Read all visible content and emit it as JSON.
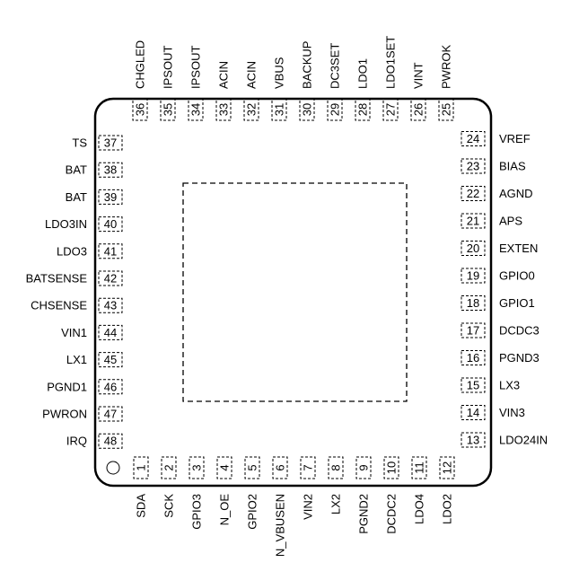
{
  "package": {
    "pins_bottom": [
      {
        "num": "1",
        "name": "SDA"
      },
      {
        "num": "2",
        "name": "SCK"
      },
      {
        "num": "3",
        "name": "GPIO3"
      },
      {
        "num": "4",
        "name": "N_OE"
      },
      {
        "num": "5",
        "name": "GPIO2"
      },
      {
        "num": "6",
        "name": "N_VBUSEN"
      },
      {
        "num": "7",
        "name": "VIN2"
      },
      {
        "num": "8",
        "name": "LX2"
      },
      {
        "num": "9",
        "name": "PGND2"
      },
      {
        "num": "10",
        "name": "DCDC2"
      },
      {
        "num": "11",
        "name": "LDO4"
      },
      {
        "num": "12",
        "name": "LDO2"
      }
    ],
    "pins_right": [
      {
        "num": "13",
        "name": "LDO24IN"
      },
      {
        "num": "14",
        "name": "VIN3"
      },
      {
        "num": "15",
        "name": "LX3"
      },
      {
        "num": "16",
        "name": "PGND3"
      },
      {
        "num": "17",
        "name": "DCDC3"
      },
      {
        "num": "18",
        "name": "GPIO1"
      },
      {
        "num": "19",
        "name": "GPIO0"
      },
      {
        "num": "20",
        "name": "EXTEN"
      },
      {
        "num": "21",
        "name": "APS"
      },
      {
        "num": "22",
        "name": "AGND"
      },
      {
        "num": "23",
        "name": "BIAS"
      },
      {
        "num": "24",
        "name": "VREF"
      }
    ],
    "pins_top": [
      {
        "num": "25",
        "name": "PWROK"
      },
      {
        "num": "26",
        "name": "VINT"
      },
      {
        "num": "27",
        "name": "LDO1SET"
      },
      {
        "num": "28",
        "name": "LDO1"
      },
      {
        "num": "29",
        "name": "DC3SET"
      },
      {
        "num": "30",
        "name": "BACKUP"
      },
      {
        "num": "31",
        "name": "VBUS"
      },
      {
        "num": "32",
        "name": "ACIN"
      },
      {
        "num": "33",
        "name": "ACIN"
      },
      {
        "num": "34",
        "name": "IPSOUT"
      },
      {
        "num": "35",
        "name": "IPSOUT"
      },
      {
        "num": "36",
        "name": "CHGLED"
      }
    ],
    "pins_left": [
      {
        "num": "37",
        "name": "TS"
      },
      {
        "num": "38",
        "name": "BAT"
      },
      {
        "num": "39",
        "name": "BAT"
      },
      {
        "num": "40",
        "name": "LDO3IN"
      },
      {
        "num": "41",
        "name": "LDO3"
      },
      {
        "num": "42",
        "name": "BATSENSE"
      },
      {
        "num": "43",
        "name": "CHSENSE"
      },
      {
        "num": "44",
        "name": "VIN1"
      },
      {
        "num": "45",
        "name": "LX1"
      },
      {
        "num": "46",
        "name": "PGND1"
      },
      {
        "num": "47",
        "name": "PWRON"
      },
      {
        "num": "48",
        "name": "IRQ"
      }
    ]
  }
}
